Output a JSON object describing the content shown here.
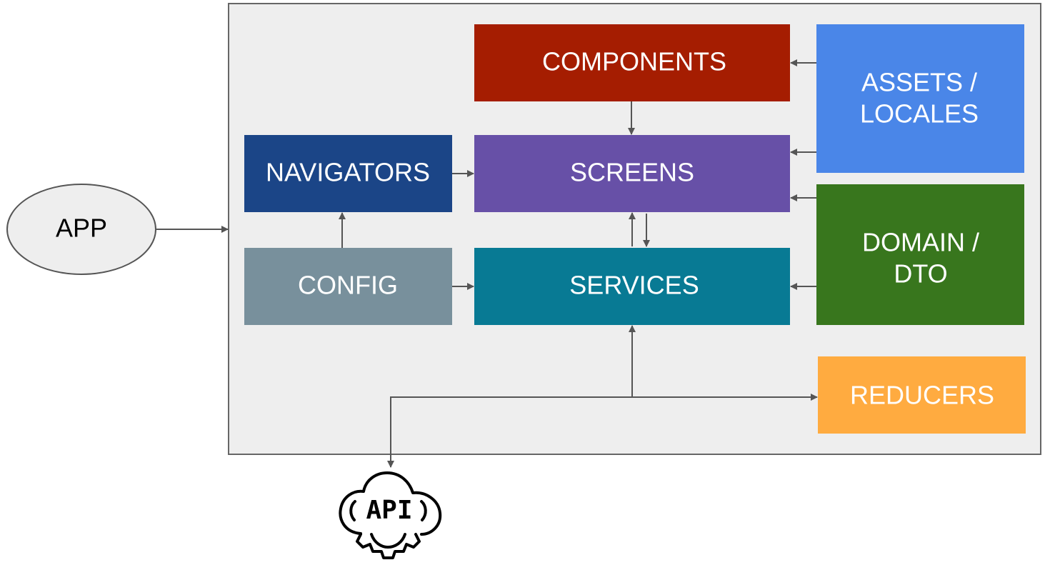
{
  "colors": {
    "container_fill": "#eeeeee",
    "container_stroke": "#666666",
    "components": "#a51d01",
    "navigators": "#1b4587",
    "screens": "#6750a7",
    "config": "#78909c",
    "services": "#087a94",
    "assets_locales": "#4a86e8",
    "domain_dto": "#38761d",
    "reducers": "#ffab40",
    "app_fill": "#eeeeee",
    "edge": "#555555"
  },
  "nodes": {
    "app": {
      "label": "APP"
    },
    "components": {
      "label": "COMPONENTS"
    },
    "navigators": {
      "label": "NAVIGATORS"
    },
    "screens": {
      "label": "SCREENS"
    },
    "config": {
      "label": "CONFIG"
    },
    "services": {
      "label": "SERVICES"
    },
    "assets_locales": {
      "line1": "ASSETS /",
      "line2": "LOCALES"
    },
    "domain_dto": {
      "line1": "DOMAIN /",
      "line2": "DTO"
    },
    "reducers": {
      "label": "REDUCERS"
    },
    "api": {
      "label": "API",
      "icon": "cloud-gear-icon"
    }
  },
  "edges": [
    {
      "from": "app",
      "to": "container"
    },
    {
      "from": "assets_locales",
      "to": "components"
    },
    {
      "from": "assets_locales",
      "to": "screens"
    },
    {
      "from": "components",
      "to": "screens"
    },
    {
      "from": "navigators",
      "to": "screens"
    },
    {
      "from": "config",
      "to": "navigators"
    },
    {
      "from": "config",
      "to": "services"
    },
    {
      "from": "screens",
      "to": "services"
    },
    {
      "from": "services",
      "to": "screens"
    },
    {
      "from": "domain_dto",
      "to": "screens"
    },
    {
      "from": "domain_dto",
      "to": "services"
    },
    {
      "from": "junction",
      "to": "services"
    },
    {
      "from": "junction",
      "to": "reducers"
    },
    {
      "from": "junction",
      "to": "api"
    }
  ]
}
